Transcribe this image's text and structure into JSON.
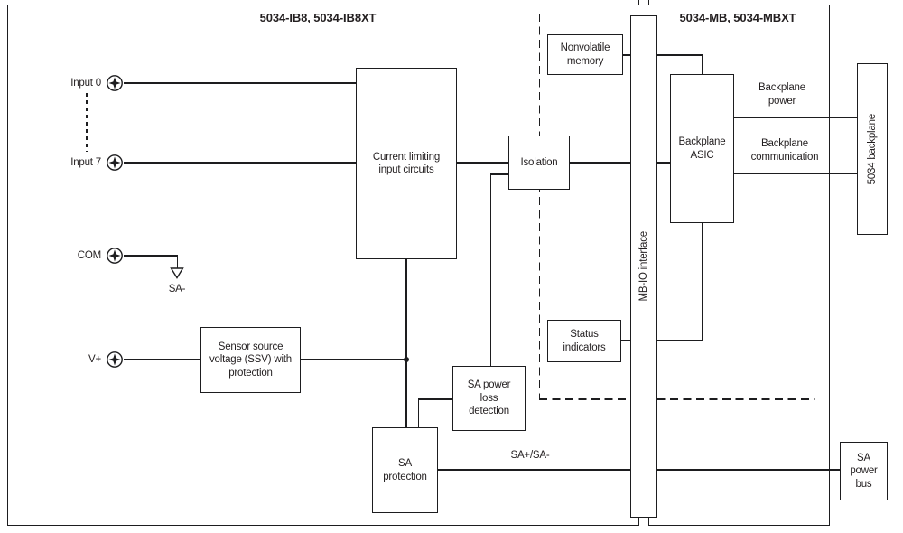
{
  "modules": {
    "left": {
      "title": "5034-IB8, 5034-IB8XT"
    },
    "right": {
      "title": "5034-MB, 5034-MBXT"
    }
  },
  "terminals": {
    "input0": "Input 0",
    "input7": "Input 7",
    "com": "COM",
    "vplus": "V+"
  },
  "blocks": {
    "current_limiting": "Current limiting\ninput circuits",
    "isolation": "Isolation",
    "nonvolatile_memory": "Nonvolatile\nmemory",
    "status_indicators": "Status\nindicators",
    "ssv": "Sensor source\nvoltage (SSV) with\nprotection",
    "sa_power_loss": "SA power\nloss\ndetection",
    "sa_protection": "SA\nprotection",
    "mb_io_interface": "MB-IO interface",
    "backplane_asic": "Backplane\nASIC",
    "backplane_5034": "5034 backplane",
    "sa_power_bus": "SA\npower\nbus"
  },
  "wire_labels": {
    "sa_minus": "SA-",
    "sa_plus_minus": "SA+/SA-",
    "backplane_power": "Backplane\npower",
    "backplane_communication": "Backplane\ncommunication"
  },
  "colors": {
    "line": "#1d1d1f",
    "background": "#ffffff"
  }
}
